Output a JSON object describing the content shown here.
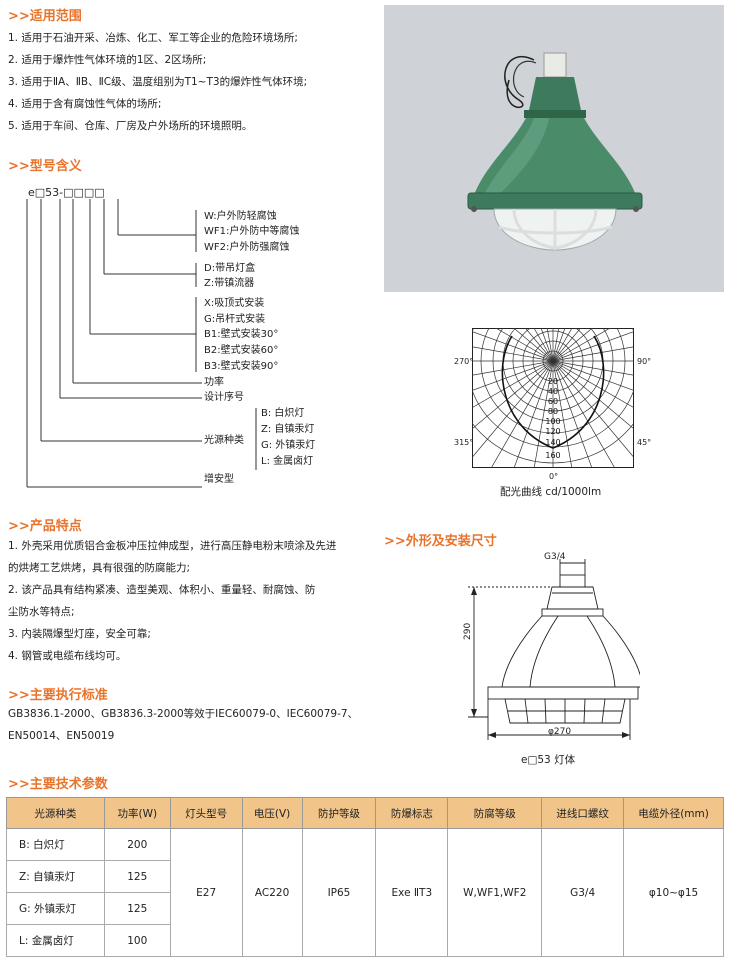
{
  "sections": {
    "scope_title": ">>适用范围",
    "model_title": ">>型号含义",
    "features_title": ">>产品特点",
    "standards_title": ">>主要执行标准",
    "params_title": ">>主要技术参数",
    "dimensions_title": ">>外形及安装尺寸"
  },
  "scope": [
    "1. 适用于石油开采、冶炼、化工、军工等企业的危险环境场所;",
    "2. 适用于爆炸性气体环境的1区、2区场所;",
    "3. 适用于ⅡA、ⅡB、ⅡC级、温度组别为T1~T3的爆炸性气体环境;",
    "4. 适用于含有腐蚀性气体的场所;",
    "5. 适用于车间、仓库、厂房及户外场所的环境照明。"
  ],
  "model": {
    "code": "e□53-□□□□",
    "corrosion": [
      "W:户外防轻腐蚀",
      "WF1:户外防中等腐蚀",
      "WF2:户外防强腐蚀"
    ],
    "box": [
      "D:带吊灯盒",
      "Z:带镇流器"
    ],
    "mount": [
      "X:吸顶式安装",
      "G:吊杆式安装",
      "B1:壁式安装30°",
      "B2:壁式安装60°",
      "B3:壁式安装90°"
    ],
    "power": "功率",
    "design": "设计序号",
    "light_label": "光源种类",
    "light": [
      "B:  白炽灯",
      "Z:  自镇汞灯",
      "G:  外镇汞灯",
      "L:  金属卤灯"
    ],
    "enhanced": "增安型"
  },
  "polar": {
    "caption": "配光曲线 cd/1000lm",
    "angle_270": "270°",
    "angle_90": "90°",
    "angle_315": "315°",
    "angle_45": "45°",
    "angle_0": "0°",
    "radial": [
      "20",
      "40",
      "60",
      "80",
      "100",
      "120",
      "140",
      "160"
    ]
  },
  "features": [
    "1. 外壳采用优质铝合金板冲压拉伸成型，进行高压静电粉末喷涂及先进",
    "    的烘烤工艺烘烤，具有很强的防腐能力;",
    "2. 该产品具有结构紧凑、造型美观、体积小、重量轻、耐腐蚀、防",
    "    尘防水等特点;",
    "3. 内装隔爆型灯座，安全可靠;",
    "4. 钢管或电缆布线均可。"
  ],
  "standards": [
    "GB3836.1-2000、GB3836.3-2000等效于IEC60079-0、IEC60079-7、",
    "EN50014、EN50019"
  ],
  "dimensions": {
    "thread": "G3/4",
    "height": "290",
    "diameter": "φ270",
    "caption": "e□53 灯体"
  },
  "table": {
    "headers": [
      "光源种类",
      "功率(W)",
      "灯头型号",
      "电压(V)",
      "防护等级",
      "防爆标志",
      "防腐等级",
      "进线口螺纹",
      "电缆外径(mm)"
    ],
    "rows": [
      {
        "light": "B:  白炽灯",
        "power": "200"
      },
      {
        "light": "Z:  自镇汞灯",
        "power": "125"
      },
      {
        "light": "G:  外镇汞灯",
        "power": "125"
      },
      {
        "light": "L:  金属卤灯",
        "power": "100"
      }
    ],
    "shared": {
      "cap": "E27",
      "voltage": "AC220",
      "ip": "IP65",
      "ex": "Exe ⅡT3",
      "anticorr": "W,WF1,WF2",
      "thread": "G3/4",
      "cable": "φ10~φ15"
    }
  },
  "colors": {
    "section_title": "#e8742c",
    "table_header": "#f1c48a",
    "photo_bg": "#cfd2d6",
    "lamp_green": "#3e7a5c"
  }
}
